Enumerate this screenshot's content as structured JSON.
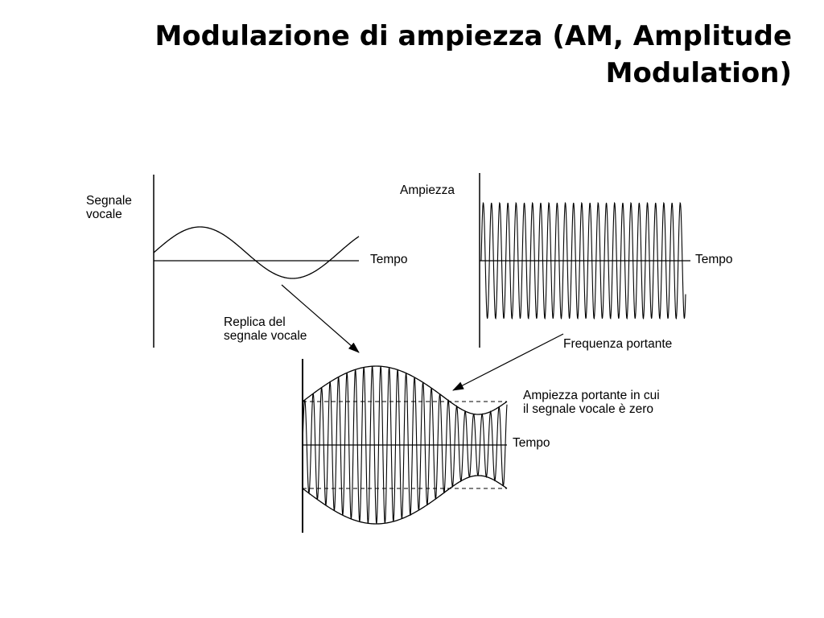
{
  "title": "Modulazione di ampiezza (AM, Amplitude Modulation)",
  "labels": {
    "voice_signal": [
      "Segnale",
      "vocale"
    ],
    "time_voice": "Tempo",
    "amplitude": "Ampiezza",
    "time_carrier": "Tempo",
    "replica": [
      "Replica del",
      "segnale vocale"
    ],
    "carrier_frequency": "Frequenza portante",
    "carrier_amplitude_zero": [
      "Ampiezza portante in cui",
      "il segnale vocale è zero"
    ],
    "time_modulated": "Tempo"
  }
}
